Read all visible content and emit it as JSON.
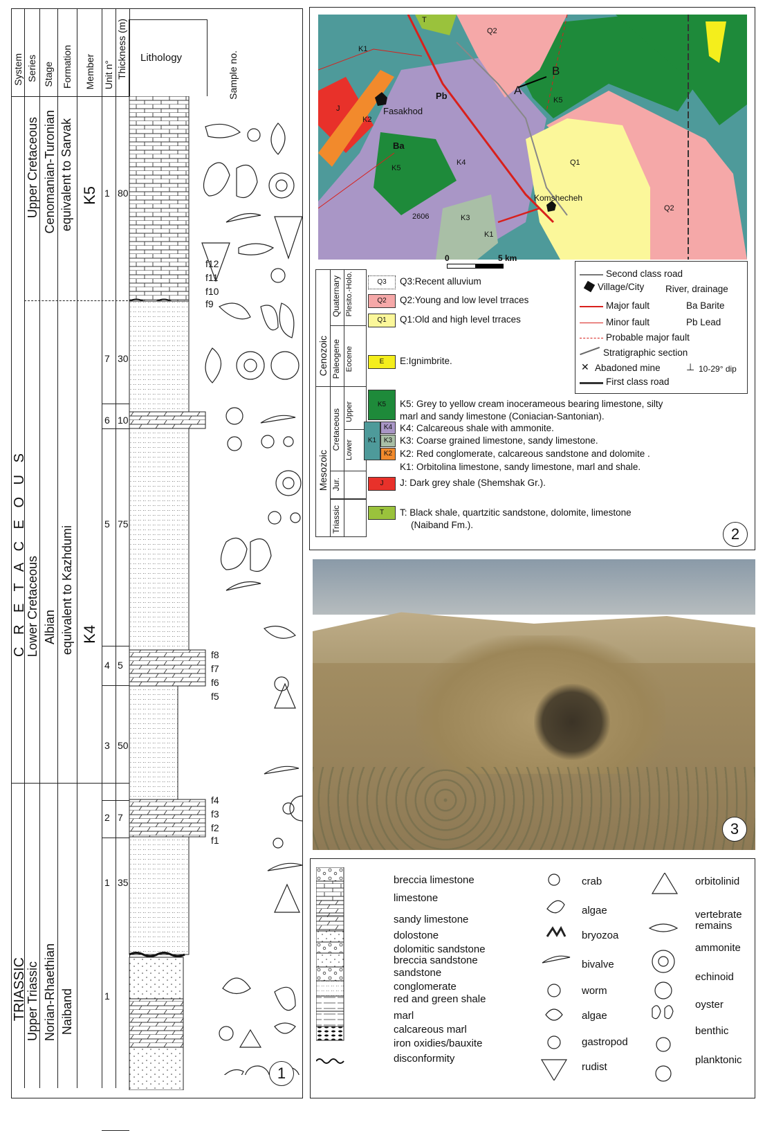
{
  "column": {
    "headers": {
      "system": "System",
      "series": "Series",
      "stage": "Stage",
      "formation": "Formation",
      "member": "Member",
      "unit": "Unit n°",
      "thickness": "Thickness (m)",
      "lithology": "Lithology",
      "sample": "Sample no."
    },
    "system": {
      "cretaceous": "C R E T A C E O U S",
      "triassic": "TRIASSIC"
    },
    "series": {
      "upper": "Upper Cretaceous",
      "lower": "Lower Cretaceous",
      "triassic": "Upper Triassic"
    },
    "stage": {
      "upper": "Cenomanian-Turonian",
      "lower": "Albian",
      "triassic": "Norian-Rhaethian"
    },
    "formation": {
      "upper": "equivalent to Sarvak",
      "lower": "equivalent to Kazhdumi",
      "triassic": "Naiband"
    },
    "member": {
      "k5": "K5",
      "k4": "K4"
    },
    "units": [
      {
        "unit": "1",
        "thickness": "80"
      },
      {
        "unit": "7",
        "thickness": "30"
      },
      {
        "unit": "6",
        "thickness": "10"
      },
      {
        "unit": "5",
        "thickness": "75"
      },
      {
        "unit": "4",
        "thickness": "5"
      },
      {
        "unit": "3",
        "thickness": "50"
      },
      {
        "unit": "2",
        "thickness": "7"
      },
      {
        "unit": "1",
        "thickness": "35"
      },
      {
        "unit": "1",
        "thickness": ""
      }
    ],
    "samples": [
      "f12",
      "f11",
      "f10",
      "f9",
      "f8",
      "f7",
      "f6",
      "f5",
      "f4",
      "f3",
      "f2",
      "f1"
    ],
    "panel_number": "1"
  },
  "map": {
    "labels": {
      "t": "T",
      "q2_top": "Q2",
      "k1_top": "K1",
      "pb": "Pb",
      "b": "B",
      "a": "A",
      "k5_top": "K5",
      "j": "J",
      "fasakhod": "Fasakhod",
      "k2": "K2",
      "ba": "Ba",
      "k4": "K4",
      "k5_left": "K5",
      "q1": "Q1",
      "komshecheh": "Komshecheh",
      "q2_right": "Q2",
      "elev": "2606",
      "k3": "K3",
      "k1_bottom": "K1"
    },
    "scale": {
      "zero": "0",
      "five": "5 km"
    },
    "panel_number": "2"
  },
  "legend": {
    "eras": {
      "cenozoic": "Cenozoic",
      "mesozoic": "Mesozoic"
    },
    "periods": {
      "quaternary": "Quaternary",
      "paleogene": "Paleogene",
      "cretaceous": "Cretaceous",
      "jurassic": "Jur.",
      "triassic": "Triassic"
    },
    "epochs": {
      "plesito": "Plesito.-Holo.",
      "eocene": "Eocene",
      "upper": "Upper",
      "lower": "Lower"
    },
    "units": [
      {
        "code": "Q3",
        "text": "Q3:Recent alluvium",
        "color": "#ffffff"
      },
      {
        "code": "Q2",
        "text": "Q2:Young and low level trraces",
        "color": "#f5a8a8"
      },
      {
        "code": "Q1",
        "text": "Q1:Old and high level trraces",
        "color": "#fbf79a"
      },
      {
        "code": "E",
        "text": "E:Ignimbrite.",
        "color": "#f4ee1c"
      },
      {
        "code": "K5",
        "text": "K5: Grey to yellow cream inocerameous bearing  limestone, silty",
        "text2": "marl and sandy limestone (Coniacian-Santonian).",
        "color": "#1e8a3a"
      },
      {
        "code": "K4",
        "text": "K4: Calcareous shale with ammonite.",
        "color": "#a996c6"
      },
      {
        "code": "K3",
        "text": "K3: Coarse grained limestone, sandy limestone.",
        "color": "#a9bfa6"
      },
      {
        "code": "K2",
        "text": "K2: Red conglomerate, calcareous sandstone and dolomite .",
        "color": "#f28a2c"
      },
      {
        "code": "K1",
        "text": "K1: Orbitolina limestone, sandy limestone, marl and shale.",
        "color": "#4e9a9a"
      },
      {
        "code": "J",
        "text": "J: Dark grey shale  (Shemshak Gr.).",
        "color": "#e8312a"
      },
      {
        "code": "T",
        "text": "T: Black shale, quartzitic sandstone, dolomite, limestone",
        "text2": "(Naiband Fm.).",
        "color": "#9ac23c"
      }
    ],
    "symbols": {
      "second_road": "Second class road",
      "village": "Village/City",
      "river": "River, drainage",
      "major_fault": "Major fault",
      "ba": "Ba   Barite",
      "minor_fault": "Minor fault",
      "pb": "Pb   Lead",
      "probable_fault": "Probable major fault",
      "section": "Stratigraphic section",
      "mine": "Abadoned mine",
      "dip": "10-29° dip",
      "first_road": "First class road"
    }
  },
  "photo": {
    "panel_number": "3"
  },
  "key": {
    "lithologies": [
      "breccia limestone",
      "limestone",
      "sandy limestone",
      "dolostone",
      "dolomitic sandstone",
      "breccia sandstone",
      "sandstone",
      "conglomerate",
      "red and green shale",
      "marl",
      "calcareous marl",
      "iron oxidies/bauxite",
      "disconformity"
    ],
    "fossils_mid": [
      "crab",
      "algae",
      "bryozoa",
      "bivalve",
      "worm",
      "algae",
      "gastropod",
      "rudist"
    ],
    "fossils_right": [
      "orbitolinid",
      "vertebrate",
      "remains",
      "ammonite",
      "echinoid",
      "oyster",
      "benthic",
      "planktonic"
    ]
  }
}
